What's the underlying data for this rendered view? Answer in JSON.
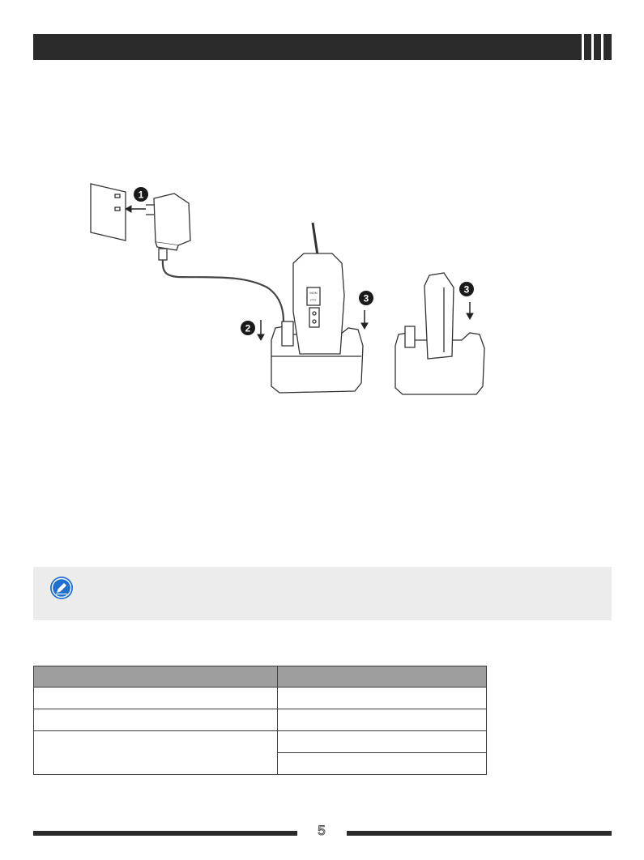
{
  "header": {
    "title": ""
  },
  "illustration": {
    "step_labels": [
      "1",
      "2",
      "3",
      "3"
    ],
    "radio_buttons": [
      "MON",
      "PTT"
    ]
  },
  "note": {
    "icon": "pencil-note-icon",
    "text": ""
  },
  "spec_table": {
    "headers": [
      "",
      ""
    ],
    "rows": [
      [
        "",
        ""
      ],
      [
        "",
        ""
      ],
      [
        "",
        ""
      ],
      [
        "",
        ""
      ]
    ]
  },
  "footer": {
    "page_number": "5"
  },
  "colors": {
    "dark": "#2b2b2b",
    "note_bg": "#ececec",
    "table_header": "#9e9e9e",
    "icon_blue": "#1f6fd1"
  }
}
